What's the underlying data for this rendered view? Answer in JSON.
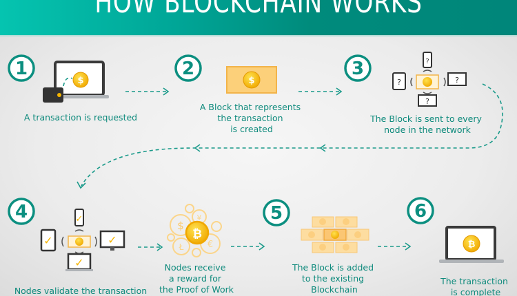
{
  "title": "HOW BLOCKCHAIN WORKS",
  "colors": {
    "accent": "#0c8f80",
    "coin": "#f5b400",
    "banner": "#00a596"
  },
  "steps": [
    {
      "number": "1",
      "caption": [
        "A transaction is requested"
      ]
    },
    {
      "number": "2",
      "caption": [
        "A Block that represents",
        "the transaction",
        "is created"
      ]
    },
    {
      "number": "3",
      "caption": [
        "The Block is sent to every",
        "node in the network"
      ]
    },
    {
      "number": "4",
      "caption": [
        "Nodes validate the transaction"
      ]
    },
    {
      "number": "",
      "caption": [
        "Nodes receive",
        "a reward for",
        "the Proof of Work"
      ]
    },
    {
      "number": "5",
      "caption": [
        "The Block is added",
        "to the existing",
        "Blockchain"
      ]
    },
    {
      "number": "6",
      "caption": [
        "The transaction",
        "is complete"
      ]
    }
  ],
  "symbols": {
    "dollar": "$",
    "bitcoin": "₿",
    "question": "?",
    "check": "✓",
    "yen": "¥",
    "euro": "€",
    "litecoin": "Ł"
  }
}
